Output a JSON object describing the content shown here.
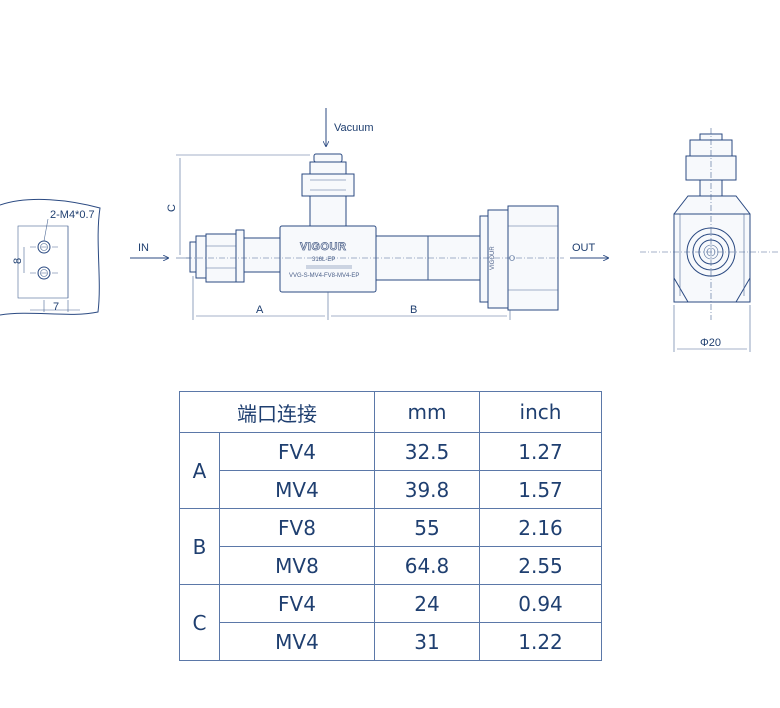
{
  "labels": {
    "vacuum": "Vacuum",
    "in": "IN",
    "out": "OUT",
    "dim_a": "A",
    "dim_b": "B",
    "dim_c": "C",
    "thread": "2-M4*0.7",
    "dim_8": "8",
    "dim_7": "7",
    "diameter": "Φ20",
    "brand": "VIGOUR",
    "brand_side": "VIGOUR",
    "material": "316L-EP",
    "model": "VVG-S-MV4-FV8-MV4-EP"
  },
  "table": {
    "headers": [
      "端口连接",
      "mm",
      "inch"
    ],
    "groups": [
      {
        "name": "A",
        "rows": [
          {
            "type": "FV4",
            "mm": "32.5",
            "inch": "1.27"
          },
          {
            "type": "MV4",
            "mm": "39.8",
            "inch": "1.57"
          }
        ]
      },
      {
        "name": "B",
        "rows": [
          {
            "type": "FV8",
            "mm": "55",
            "inch": "2.16"
          },
          {
            "type": "MV8",
            "mm": "64.8",
            "inch": "2.55"
          }
        ]
      },
      {
        "name": "C",
        "rows": [
          {
            "type": "FV4",
            "mm": "24",
            "inch": "0.94"
          },
          {
            "type": "MV4",
            "mm": "31",
            "inch": "1.22"
          }
        ]
      }
    ]
  }
}
